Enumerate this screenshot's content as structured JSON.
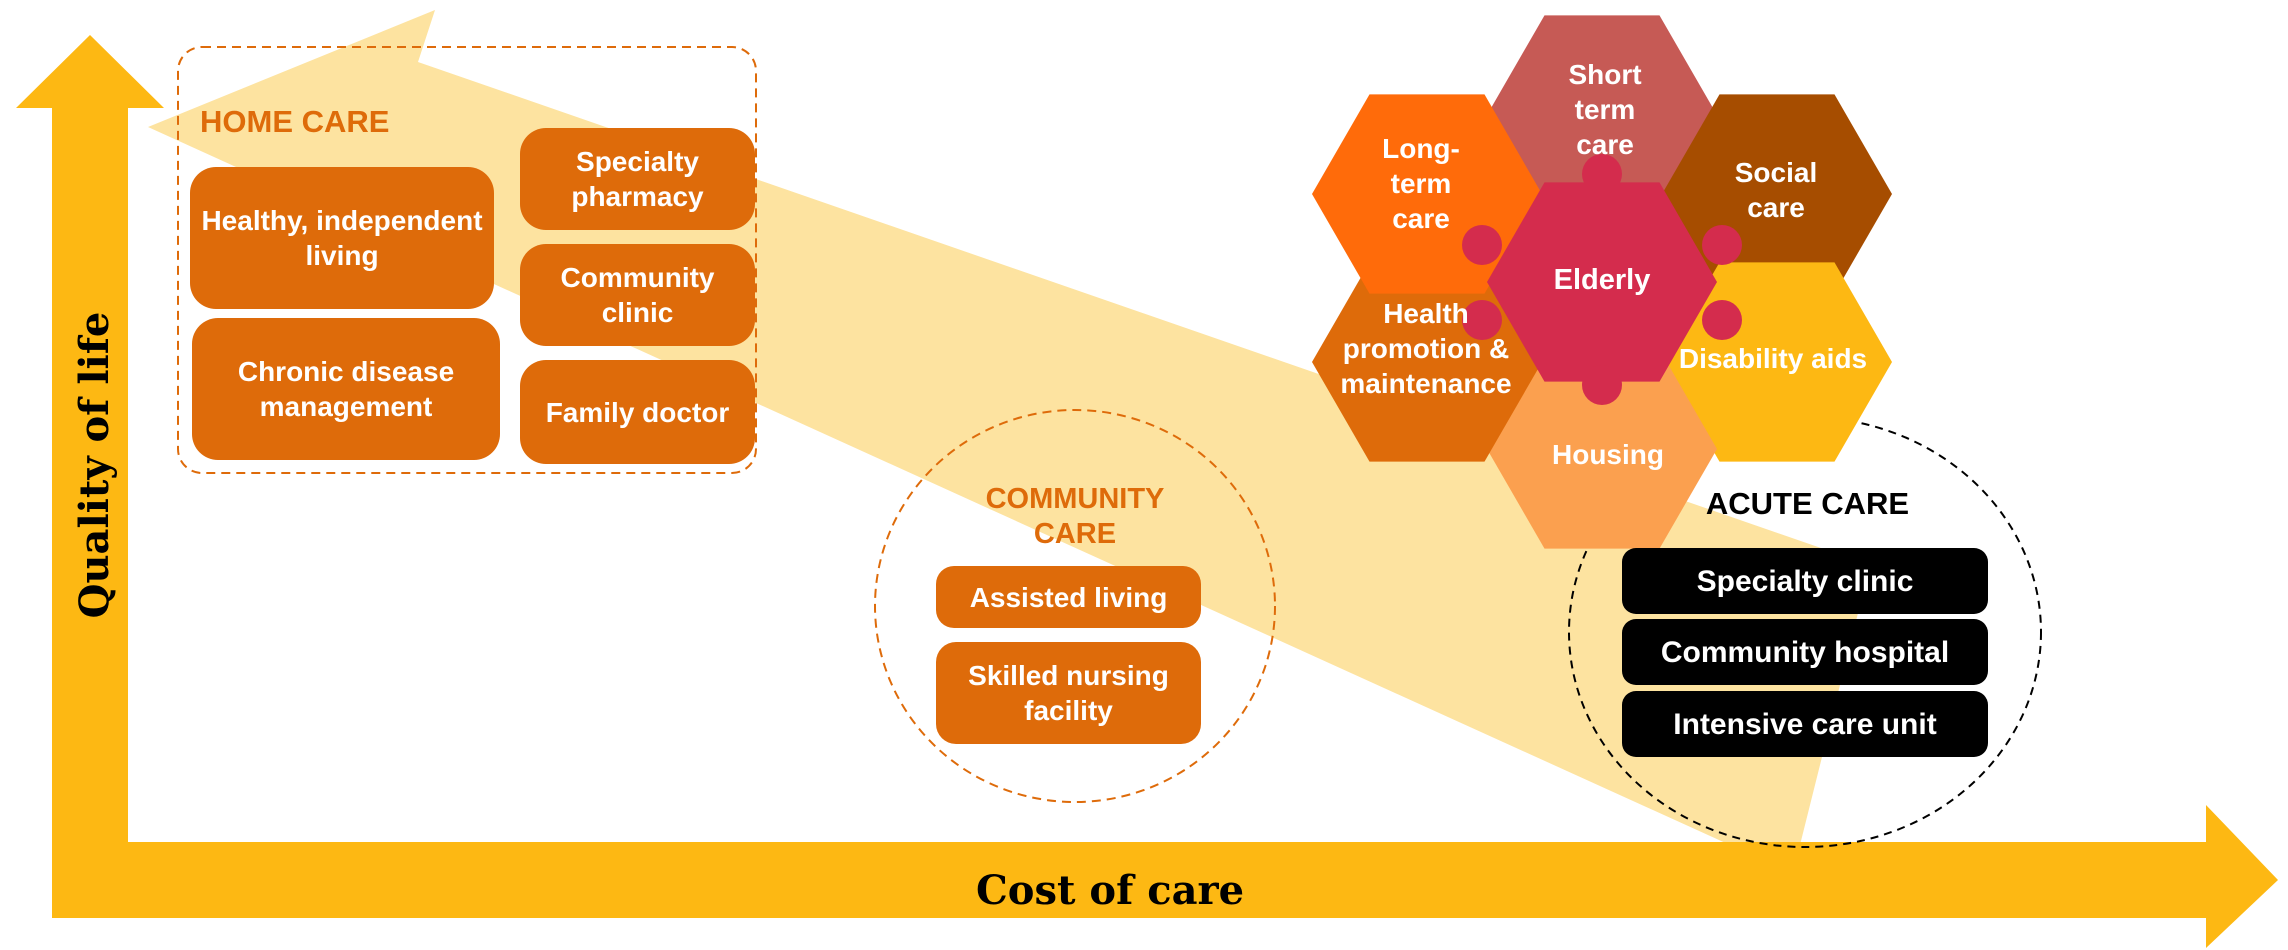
{
  "axes": {
    "y_label": "Quality of life",
    "x_label": "Cost of care"
  },
  "home_care": {
    "title": "HOME CARE",
    "items": [
      "Healthy, independent living",
      "Chronic disease management",
      "Specialty pharmacy",
      "Community clinic",
      "Family doctor"
    ]
  },
  "community_care": {
    "title": "COMMUNITY CARE",
    "items": [
      "Assisted living",
      "Skilled nursing facility"
    ]
  },
  "acute_care": {
    "title": "ACUTE CARE",
    "items": [
      "Specialty clinic",
      "Community hospital",
      "Intensive care unit"
    ]
  },
  "puzzle": {
    "center": "Elderly",
    "pieces": [
      "Short term care",
      "Social care",
      "Disability aids",
      "Housing",
      "Health promotion & maintenance",
      "Long-term care"
    ]
  },
  "colors": {
    "axis": "#FDB813",
    "band": "#FDE3A0",
    "box": "#DE6B0A",
    "short_term": "#C65A55",
    "social": "#A64D00",
    "disability": "#FDB813",
    "housing": "#FBA04F",
    "health": "#DE6B0A",
    "long_term": "#FF6B0A",
    "center": "#D42C4D"
  }
}
